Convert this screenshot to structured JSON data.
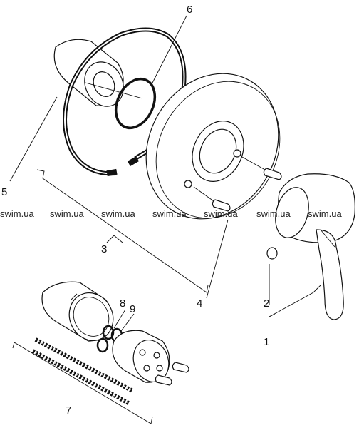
{
  "callouts": {
    "c1": "1",
    "c2": "2",
    "c3": "3",
    "c4": "4",
    "c5": "5",
    "c6": "6",
    "c7": "7",
    "c8": "8",
    "c9": "9"
  },
  "watermark": {
    "w1": "swim.ua",
    "w2": "swim.ua",
    "w3": "swim.ua",
    "w4": "swim.ua",
    "w5": "swim.ua",
    "w6": "swim.ua",
    "w7": "swim.ua"
  }
}
